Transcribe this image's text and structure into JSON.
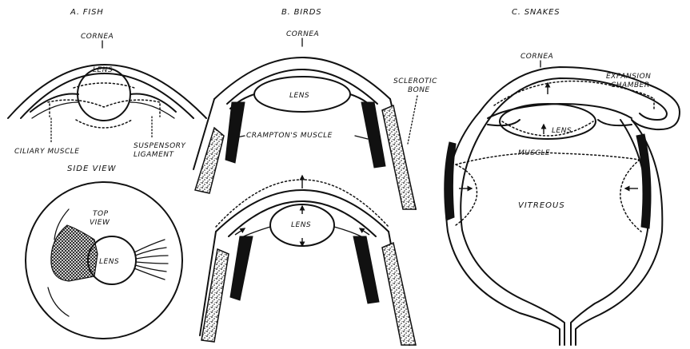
{
  "figure": {
    "panels": {
      "fish": {
        "title": "A. FISH",
        "cornea": "CORNEA",
        "lens": "LENS",
        "ciliary_muscle": "CILIARY MUSCLE",
        "suspensory": "SUSPENSORY",
        "ligament": "LIGAMENT",
        "side_view": "SIDE VIEW",
        "top": "TOP",
        "view": "VIEW",
        "lens_top": "LENS"
      },
      "birds": {
        "title": "B. BIRDS",
        "cornea": "CORNEA",
        "lens": "LENS",
        "sclerotic": "SCLEROTIC",
        "bone": "BONE",
        "cramptons_muscle": "CRAMPTON'S  MUSCLE",
        "lens_lower": "LENS"
      },
      "snakes": {
        "title": "C. SNAKES",
        "cornea": "CORNEA",
        "expansion": "EXPANSION",
        "chamber": "CHAMBER",
        "lens": "LENS",
        "muscle": "MUSCLE",
        "vitreous": "VITREOUS"
      }
    }
  }
}
